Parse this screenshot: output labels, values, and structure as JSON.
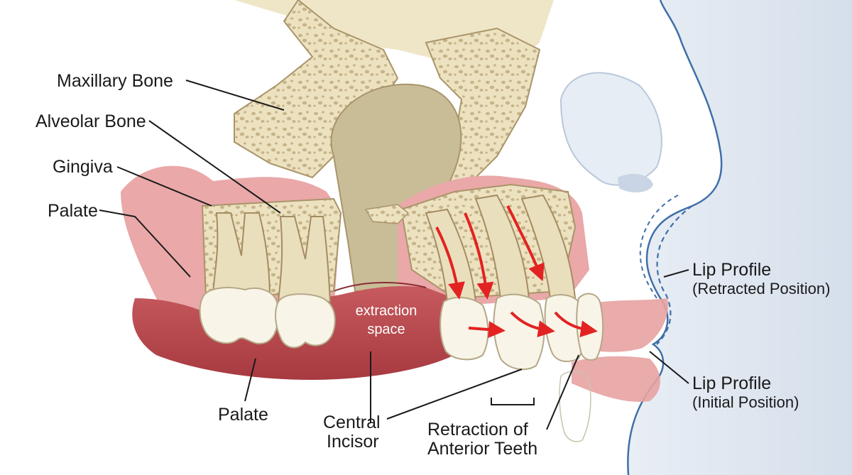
{
  "labels": {
    "maxillary_bone": "Maxillary Bone",
    "alveolar_bone": "Alveolar Bone",
    "gingiva": "Gingiva",
    "palate_top": "Palate",
    "palate_bottom": "Palate",
    "central_incisor_line1": "Central",
    "central_incisor_line2": "Incisor",
    "retraction_line1": "Retraction of",
    "retraction_line2": "Anterior Teeth",
    "lip_retracted_line1": "Lip Profile",
    "lip_retracted_line2": "(Retracted Position)",
    "lip_initial_line1": "Lip Profile",
    "lip_initial_line2": "(Initial Position)",
    "extraction_line1": "extraction",
    "extraction_line2": "space"
  },
  "colors": {
    "bone": "#ede2c0",
    "bone_pore": "#b9a47a",
    "gingiva": "#e9a3a3",
    "gum_dark": "#b94a4e",
    "sinus": "#c7b994",
    "tooth": "#f8f4e8",
    "root": "#eadfbd",
    "skin": "#dfe6ef",
    "profile_line": "#3f6fa8",
    "arrow": "#e32222",
    "lip": "#e8a2a2"
  }
}
